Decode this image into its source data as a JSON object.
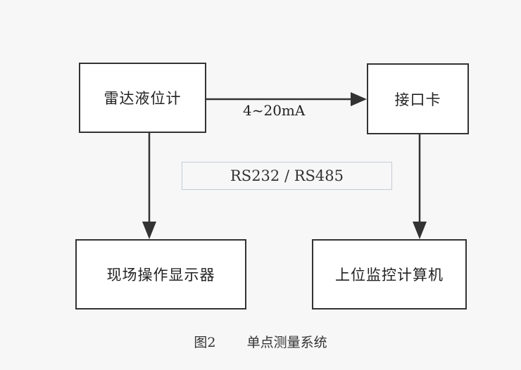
{
  "nodes": {
    "radar": "雷达液位计",
    "interface_card": "接口卡",
    "field_display": "现场操作显示器",
    "host_computer": "上位监控计算机"
  },
  "edges": {
    "signal": "4~20mA"
  },
  "bus_label": "RS232 / RS485",
  "caption": {
    "number": "图2",
    "title": "单点测量系统"
  }
}
